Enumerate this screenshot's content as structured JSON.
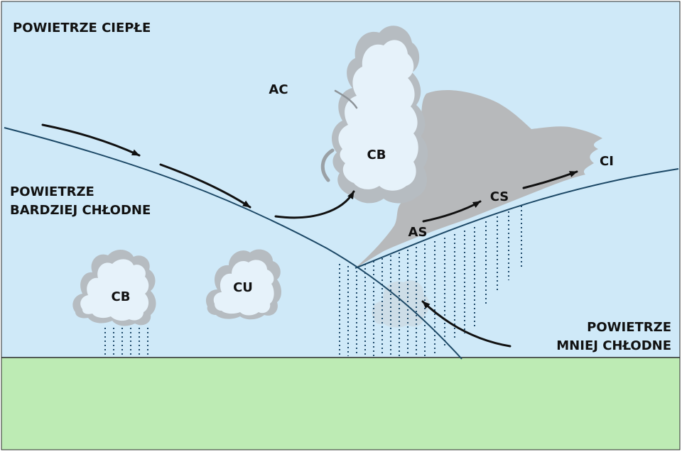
{
  "colors": {
    "sky": "#cfe9f8",
    "ground": "#bdebb4",
    "front_line": "#1c4866",
    "anvil": "#b7b9bb",
    "cloud_fill": "#e6f2fa",
    "cloud_shadow": "#b6bcc1",
    "arrow": "#111111",
    "rain": "#1f4a6b"
  },
  "labels": {
    "warm_air": "POWIETRZE CIEPŁE",
    "colder_air_line1": "POWIETRZE",
    "colder_air_line2": "BARDZIEJ CHŁODNE",
    "less_cold_air_line1": "POWIETRZE",
    "less_cold_air_line2": "MNIEJ CHŁODNE"
  },
  "clouds": {
    "ac": "AC",
    "cb_main": "CB",
    "cs": "CS",
    "ci": "CI",
    "as": "AS",
    "cb_small": "CB",
    "cu": "CU"
  },
  "icons": [
    "flow-arrow-icon",
    "cumulus-cloud-icon",
    "cumulonimbus-cloud-icon",
    "rain-streaks-icon"
  ]
}
